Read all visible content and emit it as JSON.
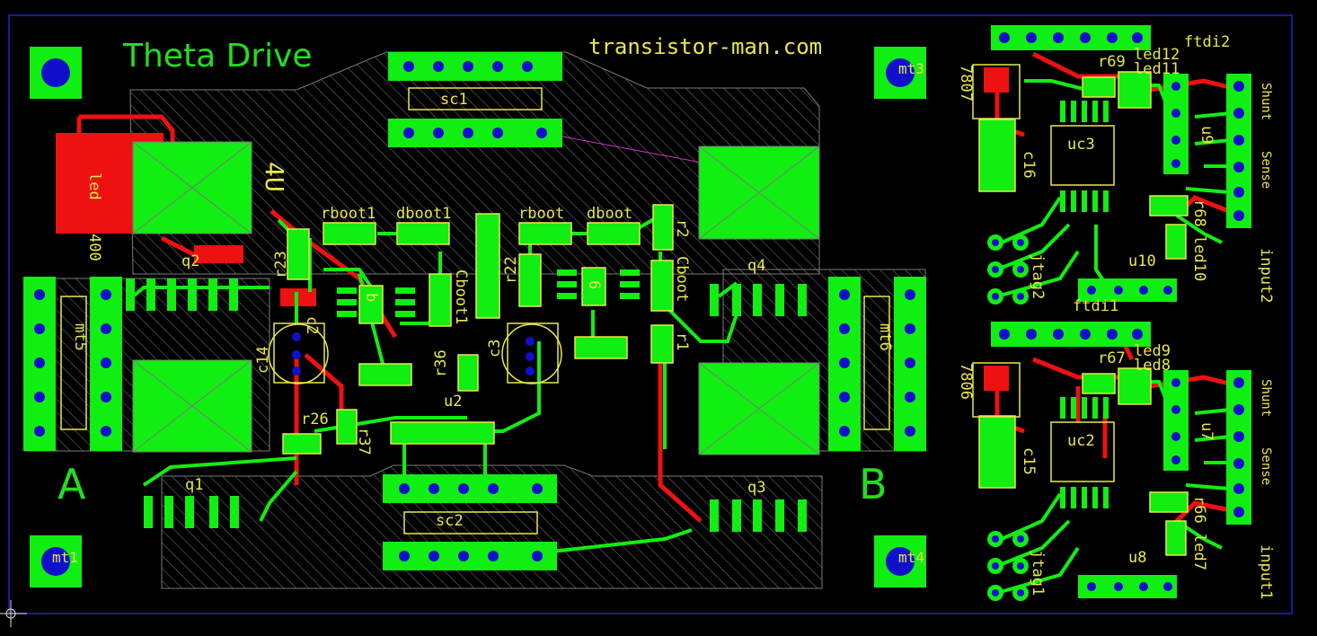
{
  "board": {
    "title": "Theta Drive",
    "website": "transistor-man.com",
    "phase_a": "A",
    "phase_b": "B",
    "mounts": [
      "mt1",
      "mt3",
      "mt4"
    ],
    "colors": {
      "background": "#000000",
      "copper_top": "#11ee11",
      "copper_bottom": "#ee1111",
      "silkscreen": "#e8e84a",
      "pad_hole": "#1010cc",
      "outline": "#2222cc",
      "hatch": "#7a7a7a",
      "airwire": "#cc33cc"
    }
  },
  "labels": {
    "left_power": [
      "led",
      "400",
      "q2",
      "r23",
      "mt5",
      "c14",
      "c2",
      "r26",
      "r37",
      "q1",
      "4U"
    ],
    "center": [
      "sc1",
      "sc2",
      "rboot1",
      "dboot1",
      "rboot",
      "dboot",
      "Cboot1",
      "Cboot",
      "r2",
      "r1",
      "r22",
      "r36",
      "c3",
      "u2",
      "q4",
      "q3",
      "mt6",
      "b",
      "6"
    ],
    "upper_logic": [
      "ftdi2",
      "r69",
      "led12",
      "led11",
      "7807",
      "uc3",
      "c16",
      "u9",
      "r68",
      "led10",
      "u10",
      "jtag2",
      "ftdi1",
      "input2",
      "Shunt",
      "Sense"
    ],
    "lower_logic": [
      "r67",
      "led9",
      "led8",
      "7806",
      "uc2",
      "c15",
      "u7",
      "r66",
      "led7",
      "u8",
      "jtag1",
      "input1",
      "Shunt",
      "Sense"
    ]
  }
}
